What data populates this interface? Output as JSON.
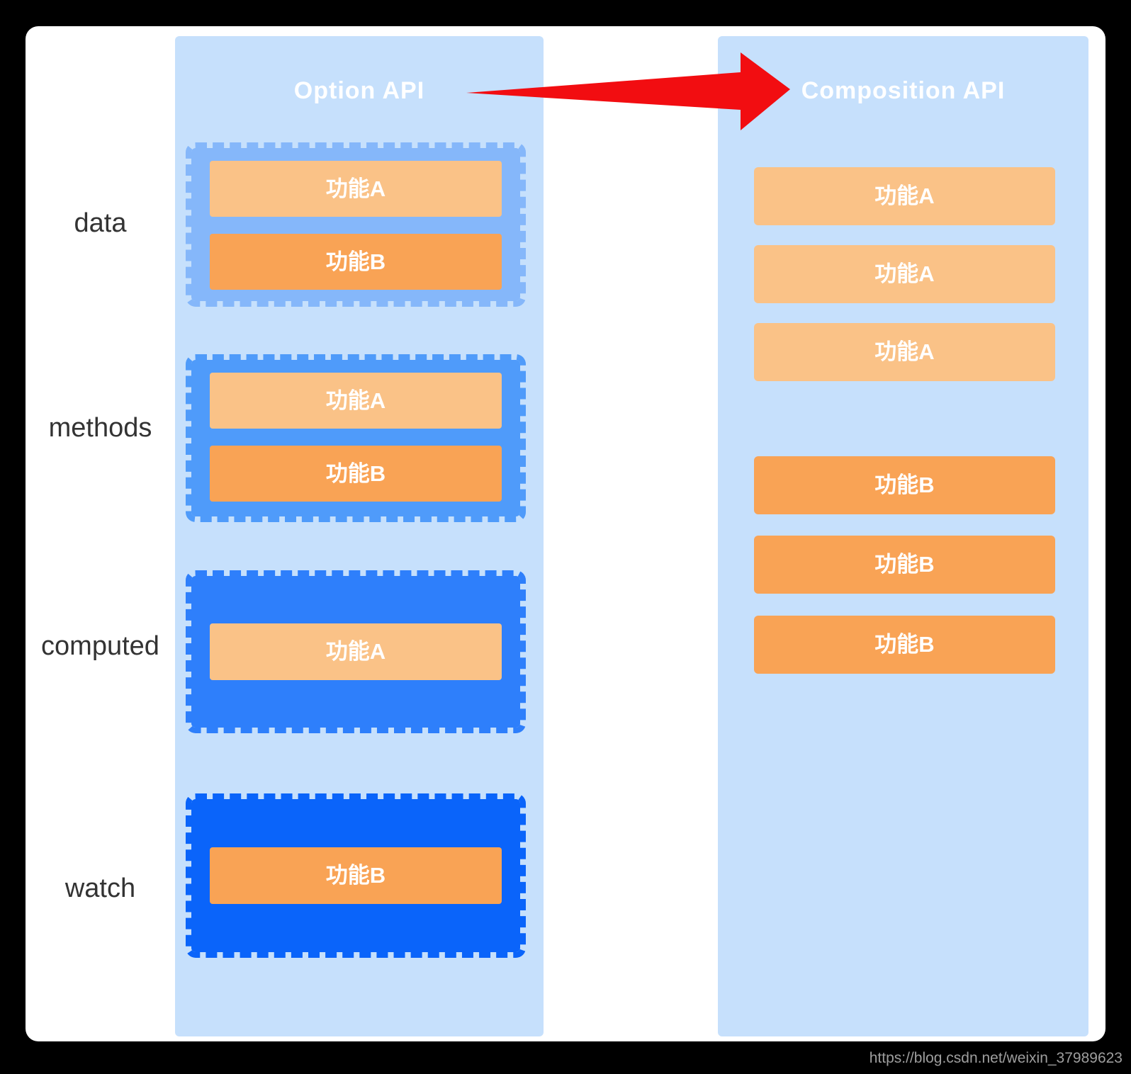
{
  "option": {
    "title": "Option API",
    "groups": {
      "data": {
        "side_label": "data",
        "feature_a": "功能A",
        "feature_b": "功能B"
      },
      "methods": {
        "side_label": "methods",
        "feature_a": "功能A",
        "feature_b": "功能B"
      },
      "computed": {
        "side_label": "computed",
        "feature_a": "功能A"
      },
      "watch": {
        "side_label": "watch",
        "feature_b": "功能B"
      }
    }
  },
  "composition": {
    "title": "Composition API",
    "feature_a_items": [
      "功能A",
      "功能A",
      "功能A"
    ],
    "feature_b_items": [
      "功能B",
      "功能B",
      "功能B"
    ]
  },
  "colors": {
    "page_bg": "#000000",
    "card_bg": "#ffffff",
    "column_bg": "#c6e0fc",
    "group_data": "#85b7fa",
    "group_methods": "#4f9bfa",
    "group_computed": "#2e7ffb",
    "group_watch": "#0a64fa",
    "feature_a": "#fac287",
    "feature_b": "#f9a355",
    "arrow": "#f20d11",
    "title_text": "#ffffff",
    "label_text": "#333333"
  },
  "watermark": "https://blog.csdn.net/weixin_37989623"
}
